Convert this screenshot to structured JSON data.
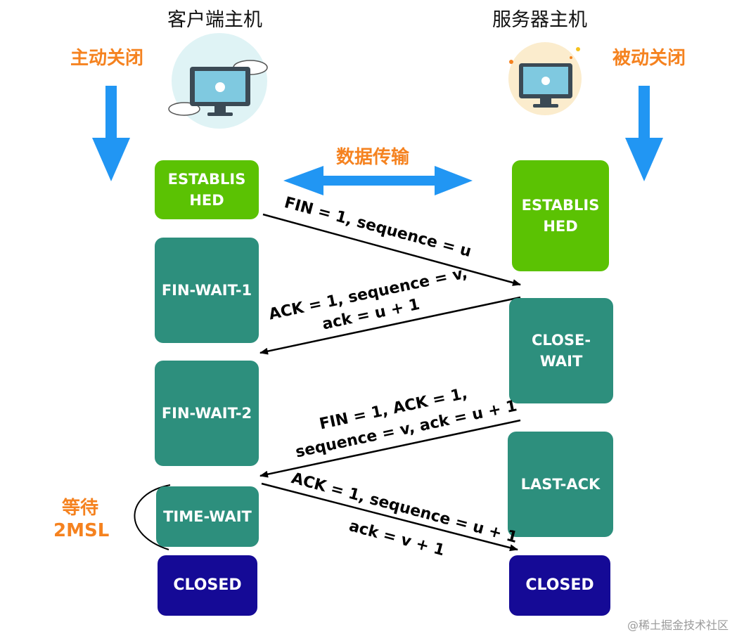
{
  "client": {
    "title": "客户端主机",
    "action": "主动关闭",
    "icon": "computer-cloud-icon"
  },
  "server": {
    "title": "服务器主机",
    "action": "被动关闭",
    "icon": "computer-icon"
  },
  "data_transfer_label": "数据传输",
  "client_states": [
    {
      "label": "ESTABLIS\nHED"
    },
    {
      "label": "FIN-WAIT-1"
    },
    {
      "label": "FIN-WAIT-2"
    },
    {
      "label": "TIME-WAIT"
    },
    {
      "label": "CLOSED"
    }
  ],
  "server_states": [
    {
      "label": "ESTABLIS\nHED"
    },
    {
      "label": "CLOSE-\nWAIT"
    },
    {
      "label": "LAST-ACK"
    },
    {
      "label": "CLOSED"
    }
  ],
  "messages": [
    {
      "lines": [
        "FIN = 1, sequence = u"
      ]
    },
    {
      "lines": [
        "ACK = 1, sequence = v,",
        "ack = u + 1"
      ]
    },
    {
      "lines": [
        "FIN = 1,  ACK = 1,",
        "sequence = v, ack = u + 1"
      ]
    },
    {
      "lines": [
        "ACK = 1, sequence = u + 1",
        "ack = v + 1"
      ]
    }
  ],
  "wait_label": {
    "line1": "等待",
    "line2": "2MSL"
  },
  "watermark": "@稀土掘金技术社区",
  "colors": {
    "green": "#5bc203",
    "teal": "#2d8f7d",
    "navy": "#150a96",
    "orange": "#f5821f",
    "blue_arrow": "#2196f3"
  }
}
